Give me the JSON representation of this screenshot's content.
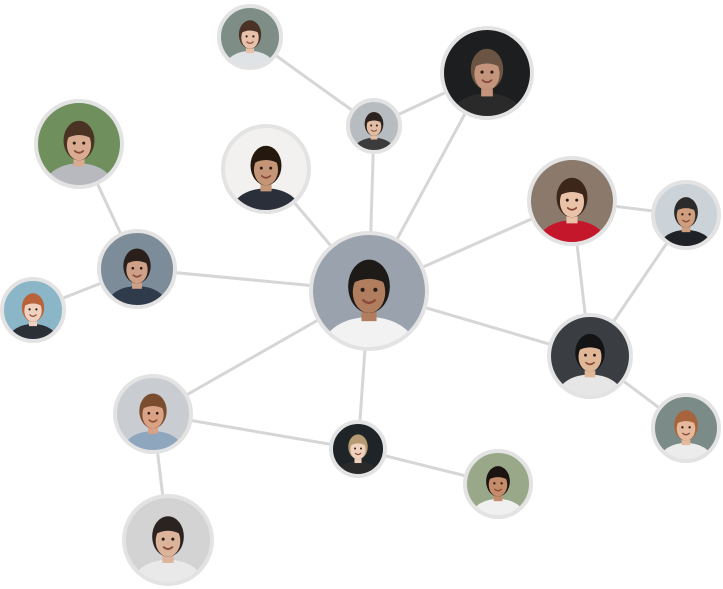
{
  "diagram": {
    "type": "social-network",
    "colors": {
      "edge": "#d6d6d6",
      "ring": "#e3e3e3",
      "background": "#ffffff"
    },
    "nodes": [
      {
        "id": "center",
        "bg": "#9aa3ad",
        "skin": "#b07d5e",
        "hair": "#1e1a18",
        "shirt": "#f2f2f2"
      },
      {
        "id": "top-woman",
        "bg": "#7e8e86",
        "skin": "#e7c1a9",
        "hair": "#4a3326",
        "shirt": "#dfe3e6"
      },
      {
        "id": "bearded-man",
        "bg": "#1d1e20",
        "skin": "#c4957c",
        "hair": "#6b5443",
        "shirt": "#2a2a2a"
      },
      {
        "id": "small-woman",
        "bg": "#b7bcc0",
        "skin": "#e2bda4",
        "hair": "#2c2220",
        "shirt": "#3b3b3b"
      },
      {
        "id": "woman-striped",
        "bg": "#f2f1ef",
        "skin": "#c59577",
        "hair": "#24180f",
        "shirt": "#2a2f3a"
      },
      {
        "id": "man-plaid",
        "bg": "#6f8f5d",
        "skin": "#d9ab91",
        "hair": "#4a3322",
        "shirt": "#b7b9bf"
      },
      {
        "id": "man-suit",
        "bg": "#7d8c99",
        "skin": "#cfa088",
        "hair": "#2a1f1a",
        "shirt": "#2f3a4a"
      },
      {
        "id": "redhead-woman",
        "bg": "#8ab6c8",
        "skin": "#f0d0be",
        "hair": "#b8633b",
        "shirt": "#2b2f36"
      },
      {
        "id": "woman-red",
        "bg": "#8b7a6c",
        "skin": "#e9c2a8",
        "hair": "#3b2619",
        "shirt": "#c4172c"
      },
      {
        "id": "man-cap",
        "bg": "#cbd2d8",
        "skin": "#cf9e7e",
        "hair": "#2b2b2b",
        "shirt": "#1f2226"
      },
      {
        "id": "asian-man",
        "bg": "#3a3d42",
        "skin": "#e0b898",
        "hair": "#141414",
        "shirt": "#e6e6e6"
      },
      {
        "id": "woman-lace",
        "bg": "#7b8b88",
        "skin": "#e6b89c",
        "hair": "#a8643d",
        "shirt": "#ececec"
      },
      {
        "id": "glasses-man",
        "bg": "#c9cdd1",
        "skin": "#d9a285",
        "hair": "#7a4d2f",
        "shirt": "#8fa6bf"
      },
      {
        "id": "blonde-woman",
        "bg": "#1f2428",
        "skin": "#efd1bd",
        "hair": "#b59a73",
        "shirt": "#2a2a2a"
      },
      {
        "id": "young-man",
        "bg": "#9aa88a",
        "skin": "#c48c6a",
        "hair": "#1c1410",
        "shirt": "#f0f0f0"
      },
      {
        "id": "smiling-man",
        "bg": "#d3d3d3",
        "skin": "#dcb39b",
        "hair": "#2a2320",
        "shirt": "#e9e9e9"
      }
    ],
    "edges": [
      [
        "center",
        "woman-striped"
      ],
      [
        "center",
        "small-woman"
      ],
      [
        "center",
        "bearded-man"
      ],
      [
        "small-woman",
        "top-woman"
      ],
      [
        "small-woman",
        "bearded-man"
      ],
      [
        "center",
        "man-suit"
      ],
      [
        "man-suit",
        "man-plaid"
      ],
      [
        "man-suit",
        "redhead-woman"
      ],
      [
        "center",
        "woman-red"
      ],
      [
        "woman-red",
        "man-cap"
      ],
      [
        "woman-red",
        "asian-man"
      ],
      [
        "man-cap",
        "asian-man"
      ],
      [
        "center",
        "asian-man"
      ],
      [
        "asian-man",
        "woman-lace"
      ],
      [
        "center",
        "glasses-man"
      ],
      [
        "center",
        "blonde-woman"
      ],
      [
        "glasses-man",
        "blonde-woman"
      ],
      [
        "glasses-man",
        "smiling-man"
      ],
      [
        "blonde-woman",
        "young-man"
      ]
    ]
  }
}
